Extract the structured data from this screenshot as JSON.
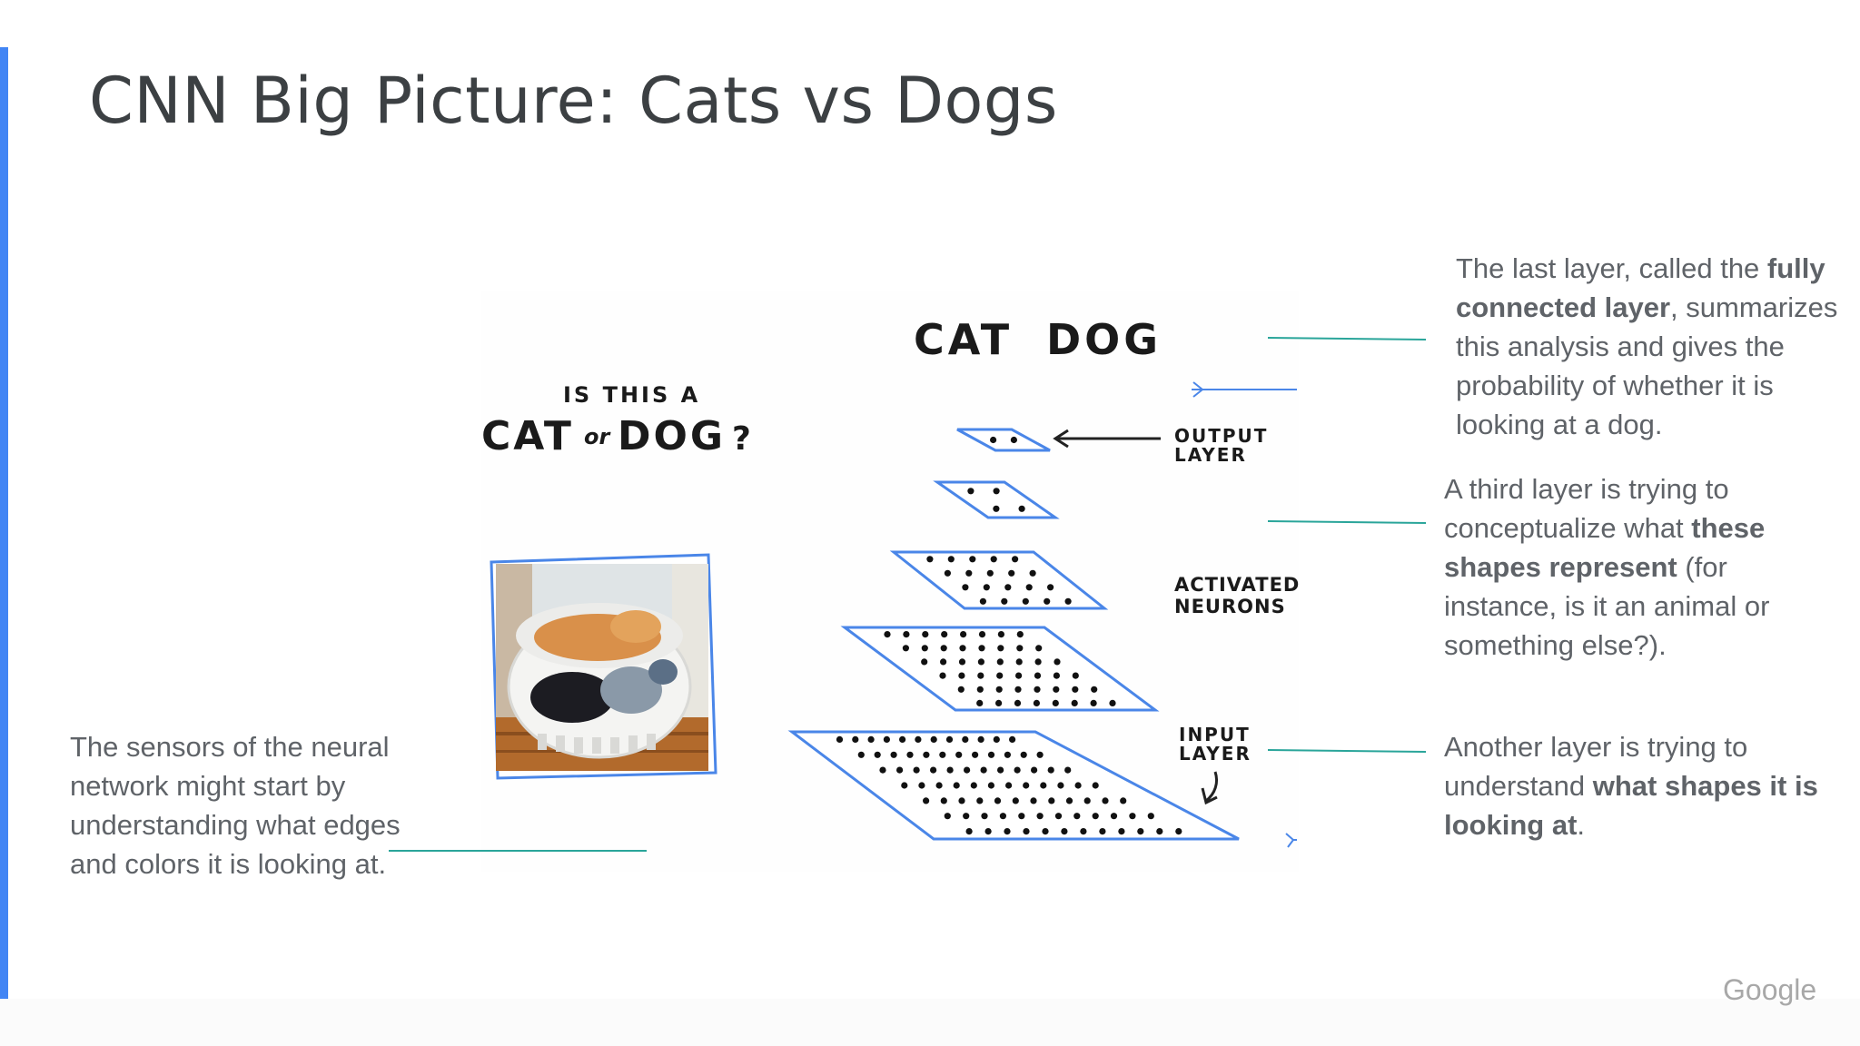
{
  "slide": {
    "title": "CNN Big Picture: Cats vs Dogs",
    "brand": "Google",
    "accent_color": "#4285f4",
    "connector_color": "#2aa59a"
  },
  "illustration": {
    "question_small": "IS THIS A",
    "question_cat": "CAT",
    "question_or": "or",
    "question_dog": "DOG",
    "question_mark": "?",
    "output_cat": "CAT",
    "output_dog": "DOG",
    "output_layer_line1": "OUTPUT",
    "output_layer_line2": "LAYER",
    "activated_line1": "ACTIVATED",
    "activated_line2": "NEURONS",
    "input_layer_line1": "INPUT",
    "input_layer_line2": "LAYER",
    "photo": "cat sleeping in laundry basket"
  },
  "captions": {
    "top_right": {
      "t1": "The last layer, called the ",
      "b1": "fully connected layer",
      "t2": ", summarizes this analysis and gives the probability of whether it is looking at a dog."
    },
    "mid_right": {
      "t1": "A third layer is trying to conceptualize what ",
      "b1": "these shapes represent",
      "t2": " (for instance, is it an animal or something else?)."
    },
    "bottom_right": {
      "t1": "Another layer is trying to understand ",
      "b1": "what shapes it is looking at",
      "t2": "."
    },
    "bottom_left": {
      "t1": "The sensors of the neural network might start by understanding what edges and colors it is looking at."
    }
  }
}
